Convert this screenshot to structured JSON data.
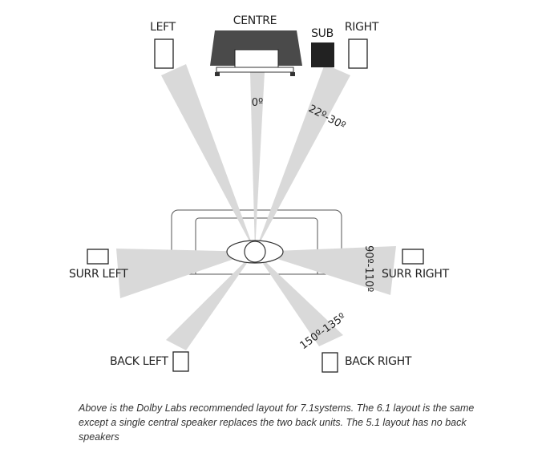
{
  "speakers": {
    "left": "LEFT",
    "centre": "CENTRE",
    "sub": "SUB",
    "right": "RIGHT",
    "surr_left": "SURR LEFT",
    "surr_right": "SURR RIGHT",
    "back_left": "BACK LEFT",
    "back_right": "BACK RIGHT"
  },
  "angles": {
    "centre": "0º",
    "front": "22º-30º",
    "surround": "90º-110º",
    "back": "150º-135º"
  },
  "caption": "Above is the Dolby Labs recommended layout for 7.1systems. The 6.1 layout is the same except a single central speaker replaces the two back units. The 5.1 layout has no back speakers",
  "colors": {
    "beam": "#d9d9d9",
    "tv": "#4a4a4a",
    "sub": "#222222",
    "line": "#333333"
  }
}
